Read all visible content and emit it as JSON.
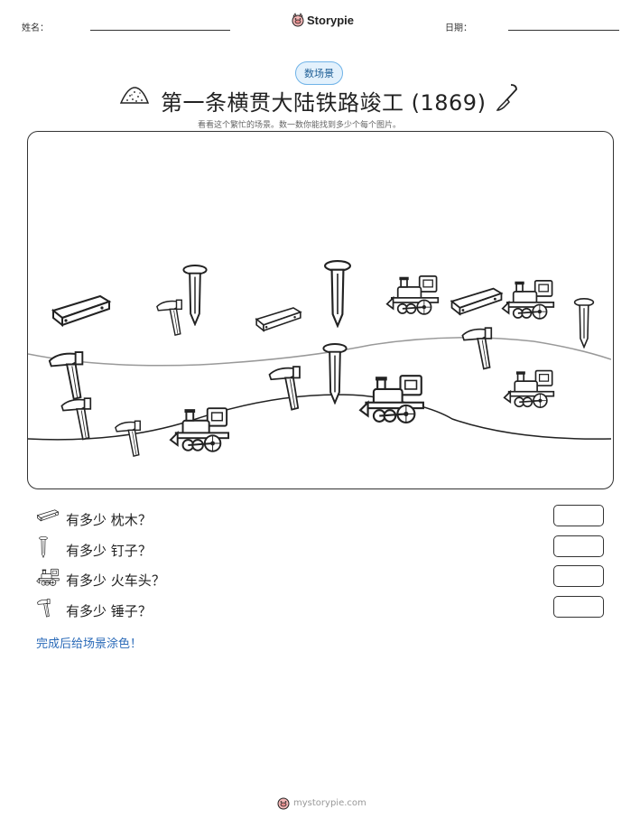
{
  "header": {
    "name_label": "姓名：",
    "date_label": "日期：",
    "brand": "Storypie"
  },
  "badge": "数场景",
  "title": "第一条横贯大陆铁路竣工 (1869)",
  "subtitle": "看看这个繁忙的场景。数一数你能找到多少个每个图片。",
  "questions": [
    {
      "prefix": "有多少",
      "item": "枕木",
      "suffix": "？",
      "icon": "railroad-tie-icon"
    },
    {
      "prefix": "有多少",
      "item": "钉子",
      "suffix": "？",
      "icon": "spike-icon"
    },
    {
      "prefix": "有多少",
      "item": "火车头",
      "suffix": "？",
      "icon": "locomotive-icon"
    },
    {
      "prefix": "有多少",
      "item": "锤子",
      "suffix": "？",
      "icon": "hammer-icon"
    }
  ],
  "footer": {
    "note": "完成后给场景涂色！",
    "site": "mystorypie.com"
  }
}
